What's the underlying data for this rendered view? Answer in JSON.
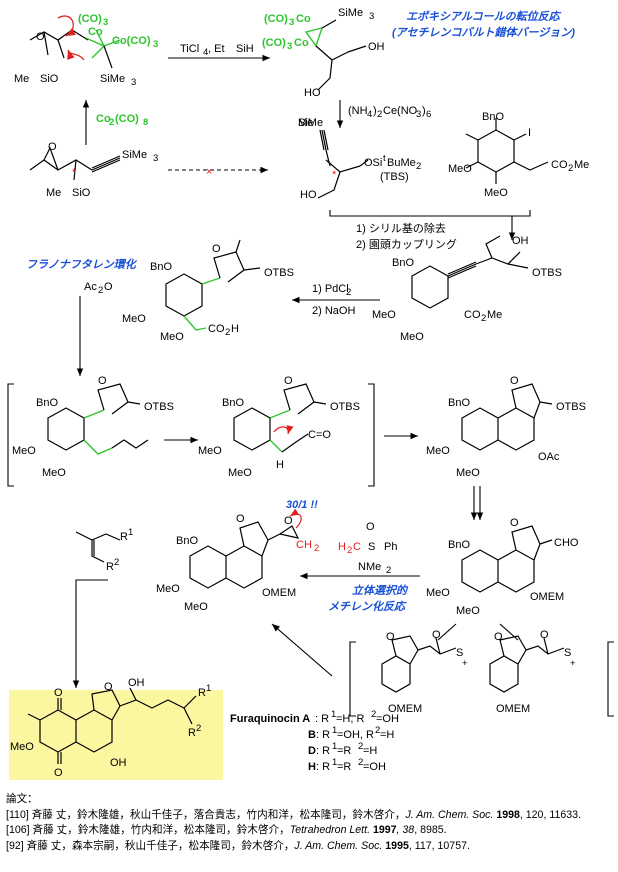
{
  "labels": {
    "co_top": "(CO)",
    "co_top_sub": "3",
    "co_label": "Co",
    "co_right": "Co(CO)",
    "co_right_sub": "3",
    "me3sio": "Me",
    "me3sio_rest": "SiO",
    "sime3": "SiMe",
    "sime3_sub": "3",
    "ticl4": "TiCl",
    "ticl4_sub": "4",
    "et3sih": ", Et",
    "et3sih_rest": "SiH",
    "co2co8": "Co",
    "co2co8_mid": "(CO)",
    "co2co8_sub": "8",
    "ho": "HO",
    "oh": "OH",
    "can": "(NH",
    "can_mid": ")",
    "can_rest": "Ce(NO",
    "can_end": ")",
    "can_sub": "6",
    "osi": "OSi",
    "osi_t": "t",
    "osi_bume": "BuMe",
    "tbs_paren": "(TBS)",
    "meo": "MeO",
    "bno": "BnO",
    "iodo": "I",
    "co2me": "CO",
    "co2me_rest": "Me",
    "step1": "1) シリル基の除去",
    "step2": "2) 園頭カップリング",
    "pdcl2": "1) PdCl",
    "pdcl2_sub": "2",
    "naoh": "2) NaOH",
    "ac2o": "Ac",
    "ac2o_rest": "O",
    "co2h": "CO",
    "co2h_rest": "H",
    "otbs": "OTBS",
    "oac": "OAc",
    "cho": "CHO",
    "omem": "OMEM",
    "c_eq_o": "C=O",
    "h": "H",
    "r1": "R",
    "r2": "R",
    "ylide_h2c": "H",
    "ylide_c": "C",
    "ylide_s": "S",
    "ylide_ph": "Ph",
    "ylide_nme2": "NMe",
    "ylide_o": "O",
    "ch2": "CH",
    "ratio": "30/1 !!",
    "o_minus": "O",
    "star": "*"
  },
  "titles": {
    "epoxy_line1": "エポキシアルコールの転位反応",
    "epoxy_line2": "(アセチレンコバルト錯体バージョン)",
    "naphtho": "フラノナフタレン環化",
    "methylene1": "立体選択的",
    "methylene2": "メチレン化反応"
  },
  "products": {
    "furaquinocin_a_name": "Furaquinocin A",
    "a_cond": ": R",
    "a_cond2": "=H, R",
    "a_cond3": "=OH",
    "b": "B",
    "b_cond": ": R",
    "b_cond2": "=OH, R",
    "b_cond3": "=H",
    "d": "D",
    "d_cond": ": R",
    "d_cond2": "=R",
    "d_cond3": "=H",
    "h": "H",
    "h_cond": ": R",
    "h_cond2": "=R",
    "h_cond3": "=OH"
  },
  "references": {
    "heading": "論文：",
    "r110_num": "[110] ",
    "r110_auth": "斉藤 丈，鈴木隆雄，秋山千佳子，落合貴志，竹内和洋，松本隆司，鈴木啓介，",
    "r110_journal": "J. Am. Chem. Soc.",
    "r110_year": " 1998",
    "r110_rest": ", 120, 11633.",
    "r106_num": "[106] ",
    "r106_auth": "斉藤 丈，鈴木隆雄，竹内和洋，松本隆司，鈴木啓介，",
    "r106_journal": "Tetrahedron Lett.",
    "r106_year": " 1997",
    "r106_vol": ", 38",
    "r106_rest": ", 8985.",
    "r92_num": " [92] ",
    "r92_auth": "斉藤 丈，森本宗嗣，秋山千佳子，松本隆司，鈴木啓介，",
    "r92_journal": "J. Am. Chem. Soc.",
    "r92_year": " 1995",
    "r92_rest": ", 117, 10757."
  },
  "colors": {
    "green": "#2ec52e",
    "red": "#e02020",
    "blue": "#1a50d8",
    "highlight": "#fbf6a0"
  }
}
